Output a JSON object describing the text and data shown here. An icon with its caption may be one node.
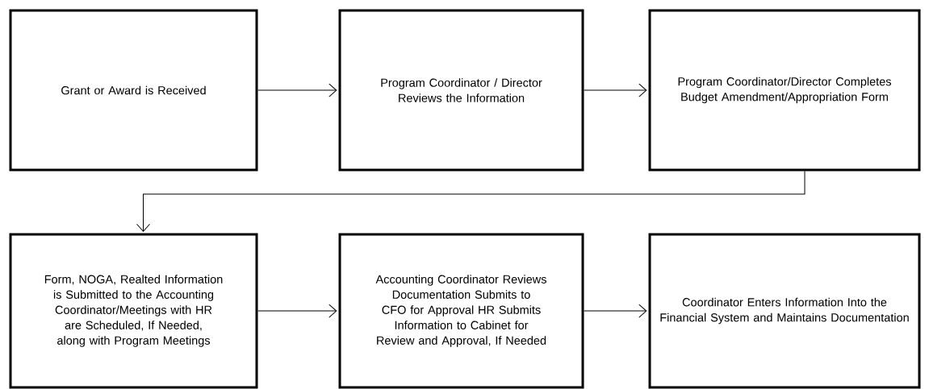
{
  "diagram": {
    "nodes": [
      {
        "text": [
          "Grant or Award is Received"
        ]
      },
      {
        "text": [
          "Program Coordinator / Director Reviews the Information"
        ]
      },
      {
        "text": [
          "Program Coordinator/Director Completes Budget Amendment/Appropriation Form"
        ]
      },
      {
        "text": [
          "Form, NOGA, Realted Information is Submitted to the Accounting Coordinator/Meetings with HR are Scheduled, If Needed, along with Program Meetings"
        ]
      },
      {
        "text": [
          "Accounting Coordinator Reviews Documentation Submits to CFO for Approval HR Submits Information to Cabinet for Review and Approval, If Needed"
        ]
      },
      {
        "text": [
          "Coordinator Enters Information Into the Financial System and Maintains Documentation"
        ]
      }
    ],
    "edges": [
      {
        "from": 0,
        "to": 1,
        "arrow": "to"
      },
      {
        "from": 1,
        "to": 2,
        "arrow": "to"
      },
      {
        "from": 2,
        "to": 3,
        "arrow": "to"
      },
      {
        "from": 3,
        "to": 4,
        "arrow": "to"
      },
      {
        "from": 4,
        "to": 5,
        "arrow": "to"
      }
    ]
  }
}
